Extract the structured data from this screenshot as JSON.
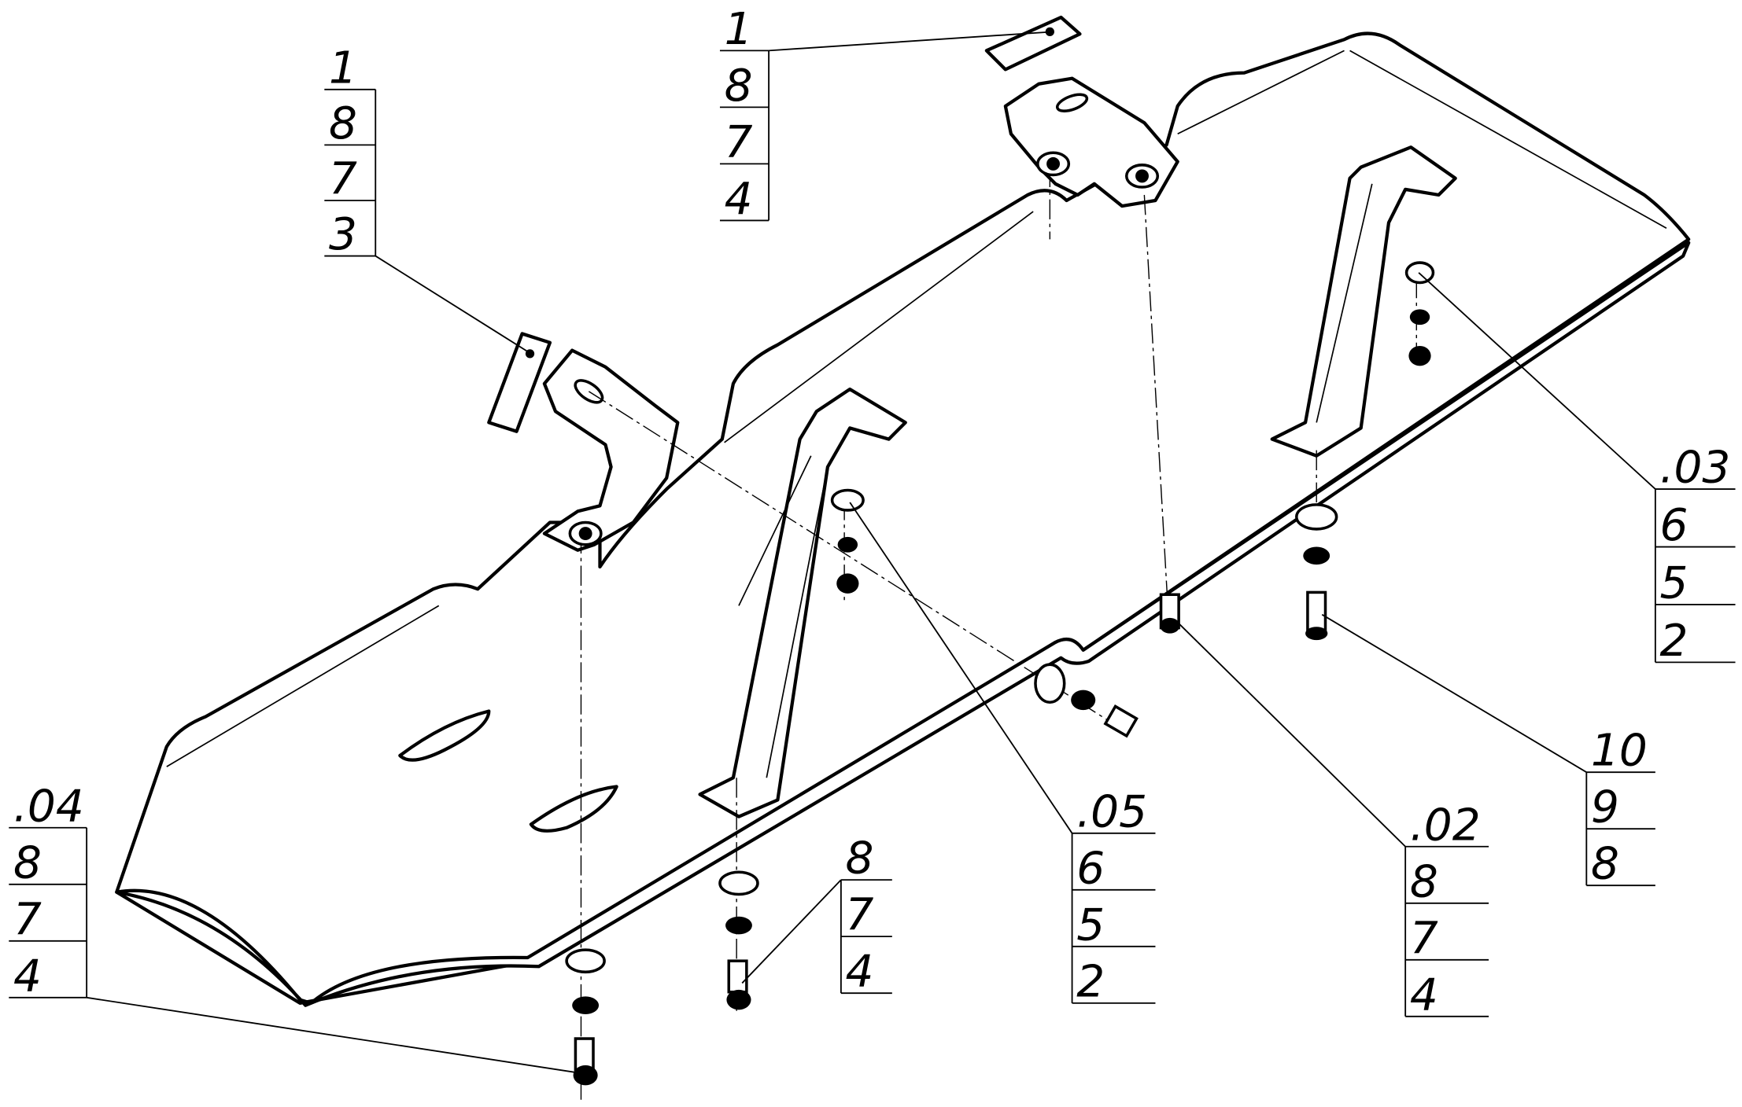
{
  "drawing": {
    "type": "exploded assembly drawing",
    "callouts": [
      {
        "id": "A",
        "labels": [
          "1",
          "8",
          "7",
          "3"
        ]
      },
      {
        "id": "B",
        "labels": [
          "1",
          "8",
          "7",
          "4"
        ]
      },
      {
        "id": "C",
        "labels": [
          ".03",
          "6",
          "5",
          "2"
        ]
      },
      {
        "id": "D",
        "labels": [
          "10",
          "9",
          "8"
        ]
      },
      {
        "id": "E",
        "labels": [
          ".02",
          "8",
          "7",
          "4"
        ]
      },
      {
        "id": "F",
        "labels": [
          ".05",
          "6",
          "5",
          "2"
        ]
      },
      {
        "id": "G",
        "labels": [
          "8",
          "7",
          "4"
        ]
      },
      {
        "id": "H",
        "labels": [
          ".04",
          "8",
          "7",
          "4"
        ]
      }
    ]
  }
}
